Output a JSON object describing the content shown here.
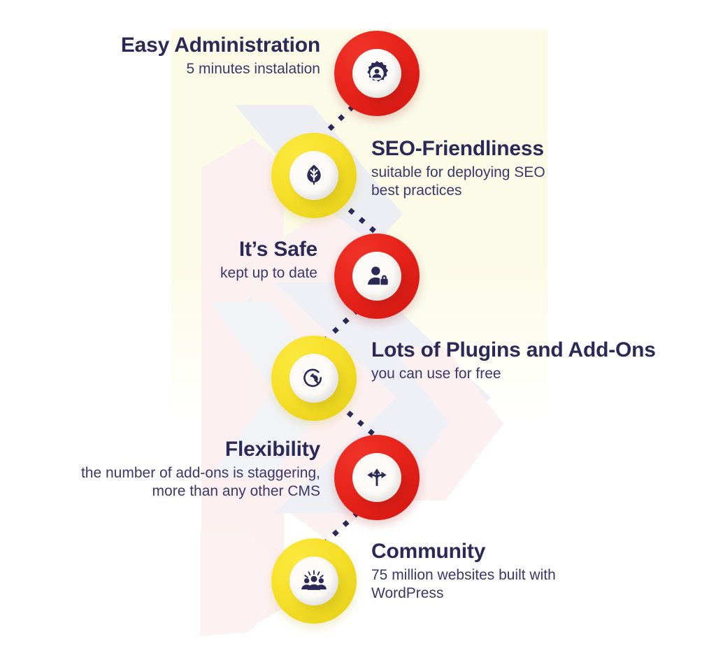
{
  "infographic": {
    "theme": {
      "red": "#e8251c",
      "yellow": "#f7e02a",
      "navy": "#2b2956",
      "subtext": "#3a3868",
      "panel_yellow": "#fbfbe8",
      "watermark_pink": "#fceff0",
      "watermark_grey": "#edeef4",
      "badge_inner": "#fdfbf7",
      "page_background": "#ffffff"
    },
    "steps": [
      {
        "id": "easy-administration",
        "title": "Easy Administration",
        "subtitle": "5 minutes instalation",
        "icon": "gear-person-icon",
        "color": "red",
        "align": "right"
      },
      {
        "id": "seo-friendliness",
        "title": "SEO-Friendliness",
        "subtitle": "suitable for deploying SEO best practices",
        "subtitle_line1": "suitable for deploying SEO",
        "subtitle_line2": "best practices",
        "icon": "leaf-icon",
        "color": "yellow",
        "align": "left"
      },
      {
        "id": "its-safe",
        "title": "It’s Safe",
        "subtitle": "kept up to date",
        "icon": "user-lock-icon",
        "color": "red",
        "align": "right"
      },
      {
        "id": "lots-of-plugins",
        "title": "Lots of Plugins and Add-Ons",
        "subtitle": "you can use for free",
        "icon": "power-plug-icon",
        "color": "yellow",
        "align": "left"
      },
      {
        "id": "flexibility",
        "title": "Flexibility",
        "subtitle": "the number of add-ons is staggering, more than any other CMS",
        "subtitle_line1": "the number of add-ons is staggering,",
        "subtitle_line2": "more than any other CMS",
        "icon": "three-way-arrows-icon",
        "color": "red",
        "align": "right"
      },
      {
        "id": "community",
        "title": "Community",
        "subtitle": "75 million websites built with WordPress",
        "subtitle_line1": "75 million websites built with",
        "subtitle_line2": "WordPress",
        "icon": "people-group-icon",
        "color": "yellow",
        "align": "left"
      }
    ]
  }
}
